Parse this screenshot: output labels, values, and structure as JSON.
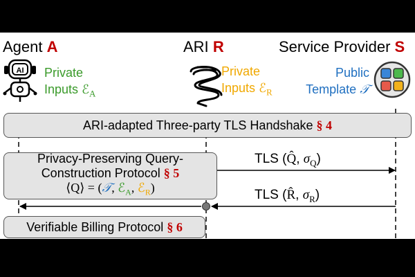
{
  "participants": {
    "agent": {
      "name": "Agent",
      "letter": "A"
    },
    "ari": {
      "name": "ARI",
      "letter": "R"
    },
    "provider": {
      "name": "Service Provider",
      "letter": "S"
    }
  },
  "icons": {
    "agent": "robot-ai-icon",
    "ari": "serpentine-coil-icon",
    "provider": "app-grid-icon",
    "agent_icon_text": "AI"
  },
  "inputs": {
    "agent": {
      "line1": "Private",
      "line2": "Inputs",
      "symbol": "ℰ",
      "sub": "A"
    },
    "ari": {
      "line1": "Private",
      "line2": "Inputs",
      "symbol": "ℰ",
      "sub": "R"
    },
    "provider": {
      "line1": "Public",
      "line2": "Template",
      "symbol": "𝒯"
    }
  },
  "steps": {
    "handshake": {
      "label": "ARI-adapted Three-party TLS Handshake",
      "section": "§ 4"
    },
    "query": {
      "line1": "Privacy-Preserving Query-",
      "line2": "Construction Protocol",
      "section": "§ 5",
      "formula_lhs": "⟨Q⟩ = (",
      "formula_t": "𝒯",
      "formula_ea": "ℰ",
      "formula_ea_sub": "A",
      "formula_er": "ℰ",
      "formula_er_sub": "R",
      "formula_close": ")",
      "comma": ","
    },
    "billing": {
      "label": "Verifiable Billing Protocol",
      "section": "§ 6"
    }
  },
  "messages": {
    "query": {
      "prefix": "TLS (",
      "var": "Q̂",
      "comma": ", ",
      "sigma": "σ",
      "sub": "Q",
      "suffix": ")"
    },
    "response": {
      "prefix": "TLS (",
      "var": "R̂",
      "comma": ", ",
      "sigma": "σ",
      "sub": "R",
      "suffix": ")"
    }
  },
  "colors": {
    "agent": "#3a9a2a",
    "ari": "#f0a800",
    "provider": "#1f6fc0",
    "accent": "#c00000",
    "box_fill": "#e4e4e4"
  }
}
